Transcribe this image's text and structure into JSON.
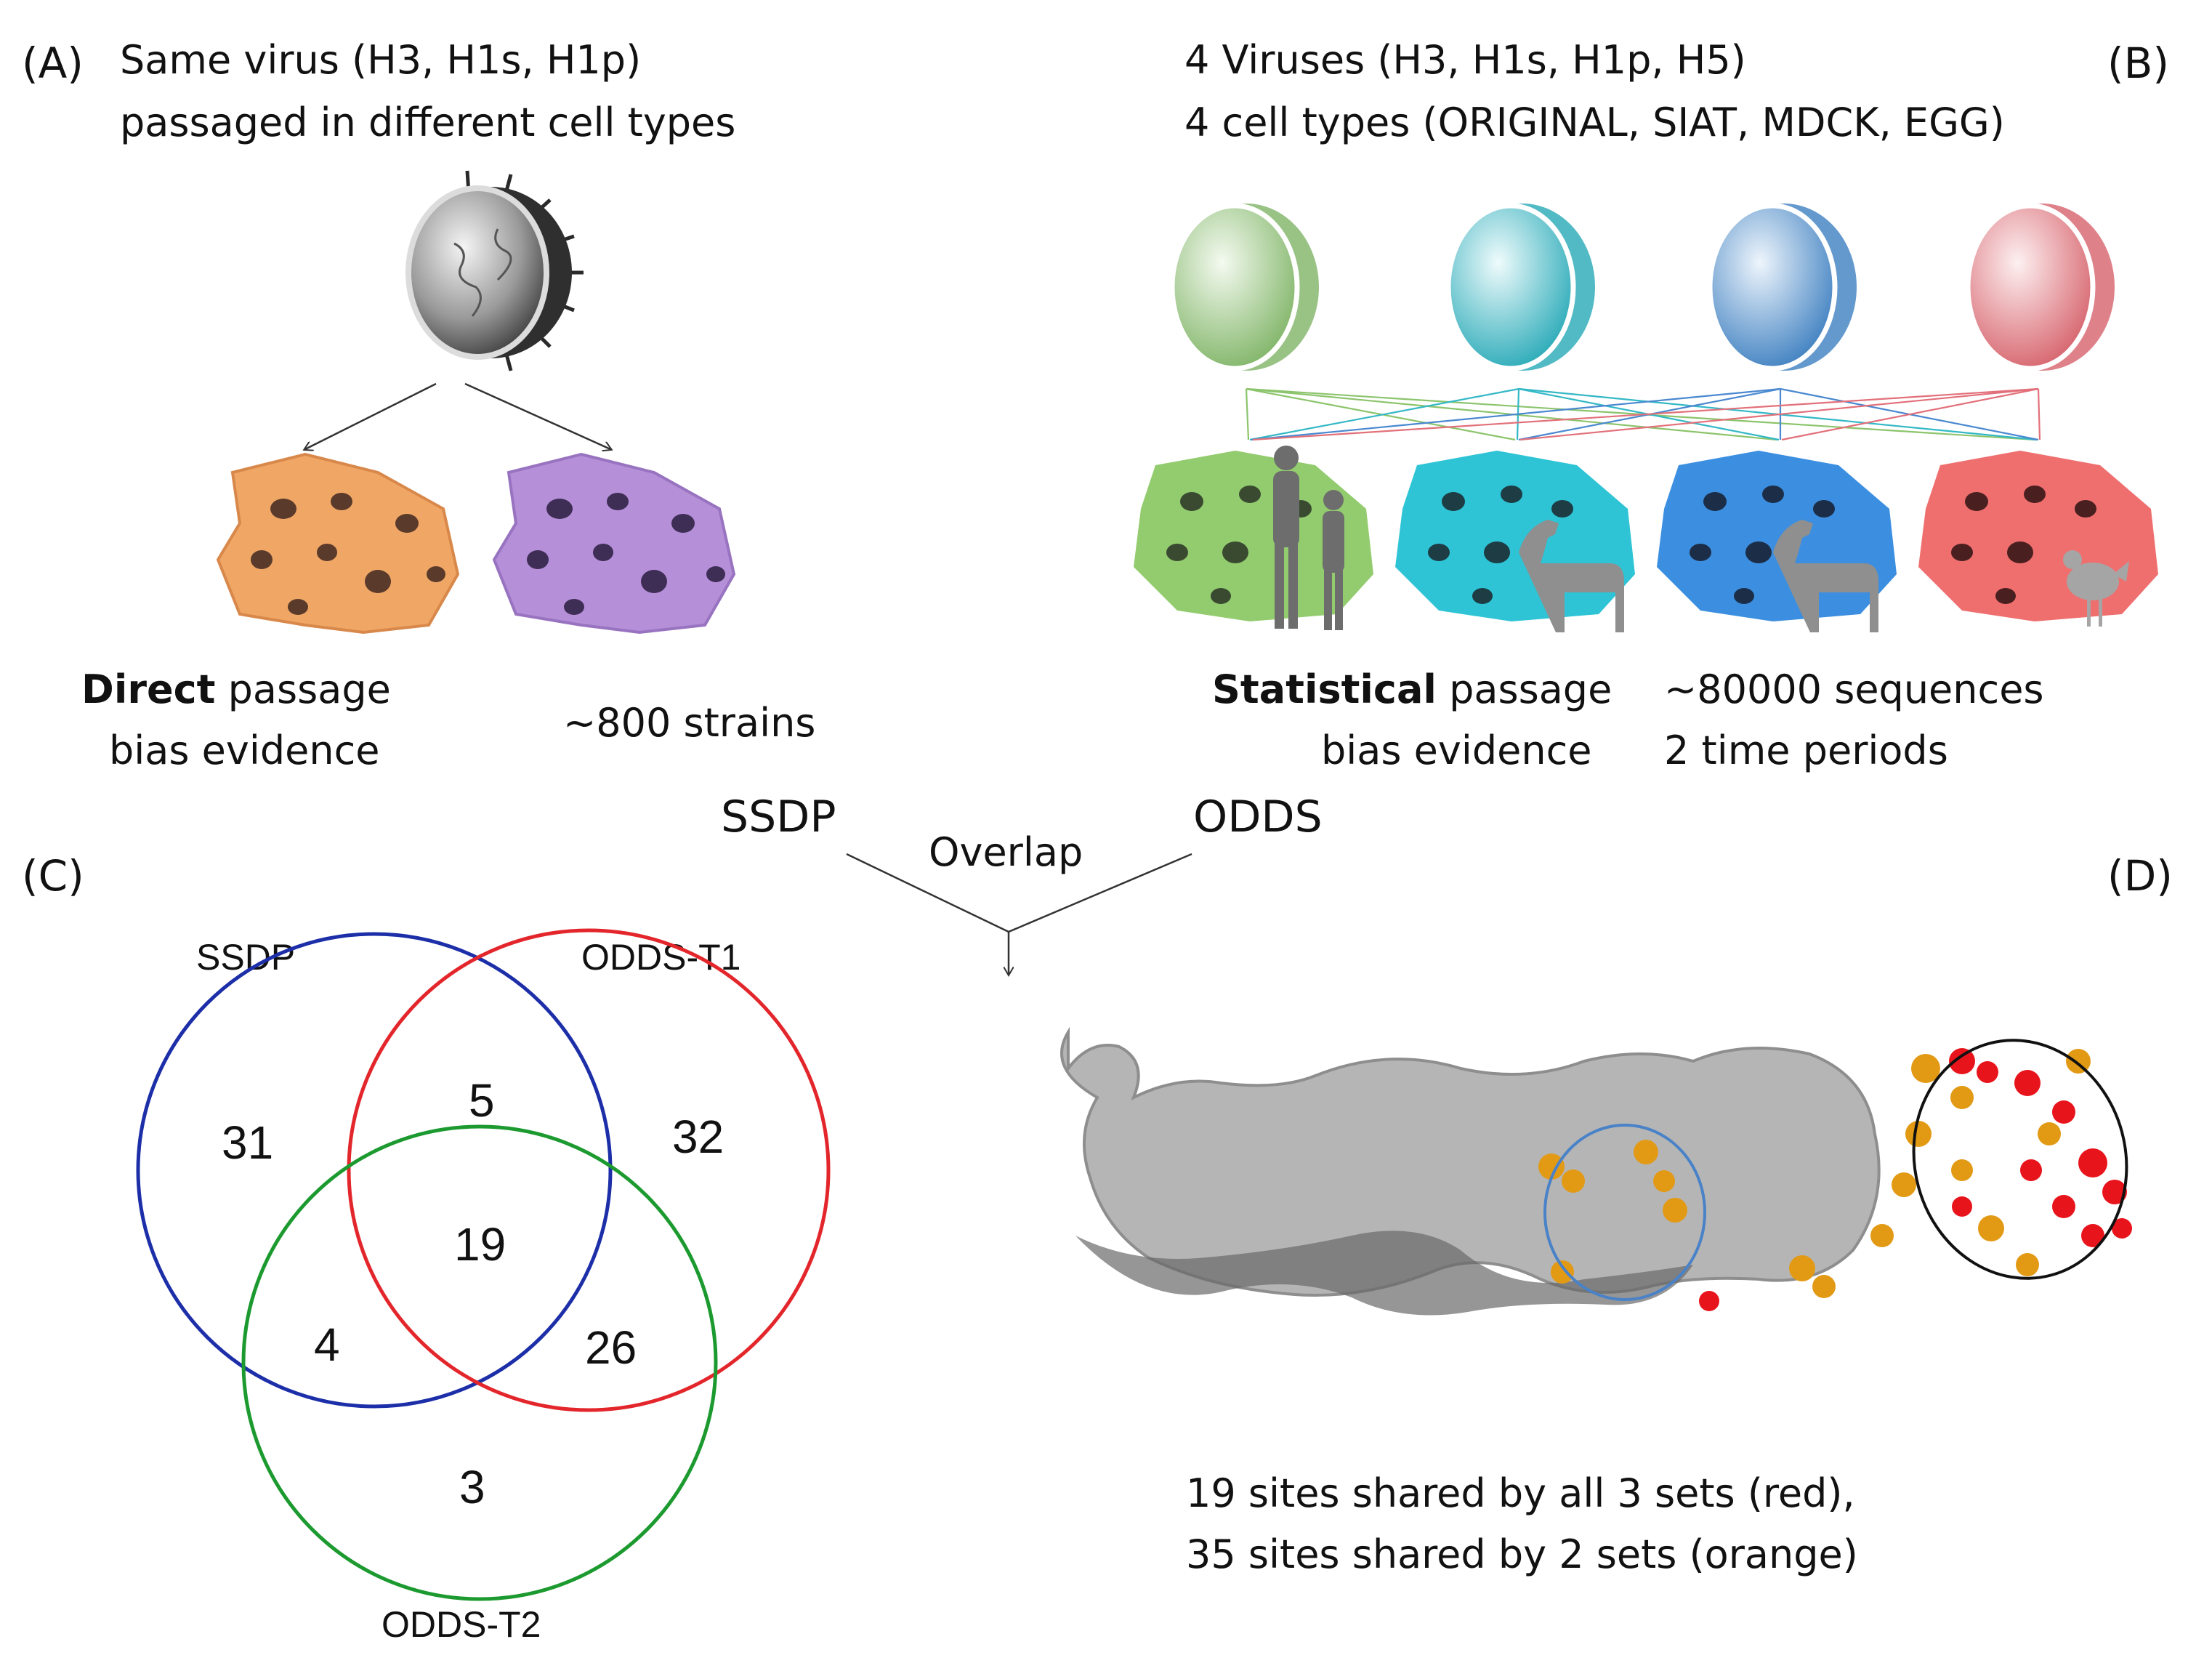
{
  "panel_a": {
    "label": "(A)",
    "title_line1": "Same virus (H3, H1s, H1p)",
    "title_line2": "passaged in different cell types",
    "evidence_bold": "Direct",
    "evidence_rest": " passage",
    "evidence_line2": "bias evidence",
    "strains": "~800 strains",
    "virus_color": "#8a8a8a",
    "cell_colors": [
      "#f0a766",
      "#b58fd8"
    ]
  },
  "panel_b": {
    "label": "(B)",
    "title_line1": "4 Viruses (H3, H1s, H1p, H5)",
    "title_line2": "4 cell types (ORIGINAL, SIAT, MDCK, EGG)",
    "evidence_bold": "Statistical",
    "evidence_rest": " passage",
    "evidence_line2": "bias evidence",
    "sequences": "~80000 sequences",
    "periods": "2 time periods",
    "virus_colors": [
      "#a8cf8c",
      "#4cc2cf",
      "#5b9bd5",
      "#e8828a"
    ],
    "cell_colors": [
      "#93cc6f",
      "#2ec4d6",
      "#3c8fe0",
      "#ef6f6f"
    ]
  },
  "overlap": {
    "left": "SSDP",
    "right": "ODDS",
    "center": "Overlap"
  },
  "panel_c": {
    "label": "(C)",
    "circles": [
      {
        "name": "SSDP",
        "color": "#1d2fa8"
      },
      {
        "name": "ODDS-T1",
        "color": "#e3262b"
      },
      {
        "name": "ODDS-T2",
        "color": "#1c9a2f"
      }
    ],
    "counts": {
      "ssdp_only": "31",
      "ssdp_t1": "5",
      "t1_only": "32",
      "all_three": "19",
      "ssdp_t2": "4",
      "t1_t2": "26",
      "t2_only": "3"
    }
  },
  "panel_d": {
    "label": "(D)",
    "caption_line1": "19 sites shared by all 3 sets (red),",
    "caption_line2": "35 sites shared by 2 sets (orange)",
    "colors": {
      "all3": "#e8141c",
      "two": "#e29a15",
      "surface": "#b5b5b5"
    }
  }
}
